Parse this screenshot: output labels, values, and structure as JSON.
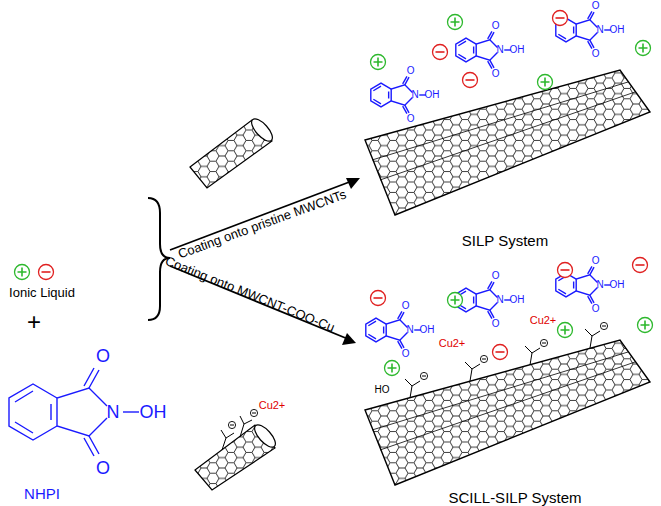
{
  "diagram": {
    "labels": [
      "Ionic Liquid",
      "+",
      "NHPI",
      "O",
      "O",
      "N",
      "OH",
      "Coating onto pristine MWCNTs",
      "Coating onto MWCNT-COO-Cu",
      "SILP System",
      "SCILL-SILP System",
      "Cu2+",
      "Cu2+",
      "Cu2+",
      "HO",
      "O",
      "O",
      "N",
      "OH",
      "O",
      "O",
      "N",
      "OH",
      "O",
      "O",
      "N",
      "OH",
      "O",
      "O",
      "N",
      "OH",
      "O",
      "O",
      "N",
      "OH",
      "O",
      "O",
      "N",
      "OH"
    ]
  }
}
